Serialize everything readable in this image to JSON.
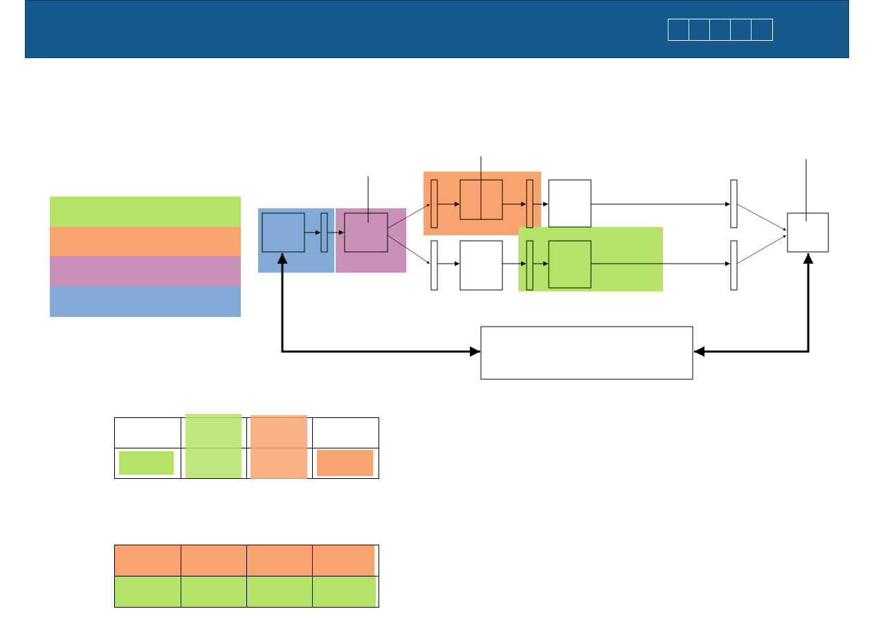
{
  "header": {
    "nav_boxes": 5,
    "background": "#155a8f"
  },
  "colors": {
    "green": "#b5e36a",
    "orange": "#f9a36e",
    "magenta": "#c990b8",
    "blue": "#82aad6",
    "line": "#000000"
  },
  "legend": {
    "swatches": [
      "green",
      "orange",
      "magenta",
      "blue"
    ]
  },
  "tables": {
    "upper": {
      "rows": 2,
      "cols": 4
    },
    "lower": {
      "rows": 2,
      "cols": 4
    }
  }
}
